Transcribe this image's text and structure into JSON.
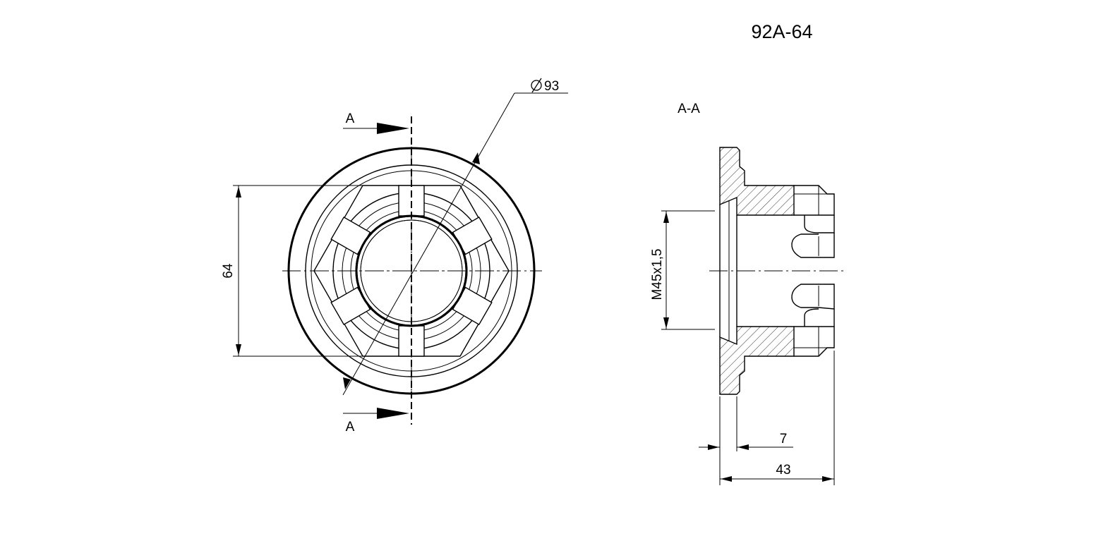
{
  "drawing": {
    "part_number": "92A-64",
    "section_title": "A-A",
    "section_mark_top": "A",
    "section_mark_bottom": "A"
  },
  "dimensions": {
    "outer_diameter": "93",
    "across_flats": "64",
    "thread": "M45x1,5",
    "flange_thickness": "7",
    "overall_length": "43"
  }
}
